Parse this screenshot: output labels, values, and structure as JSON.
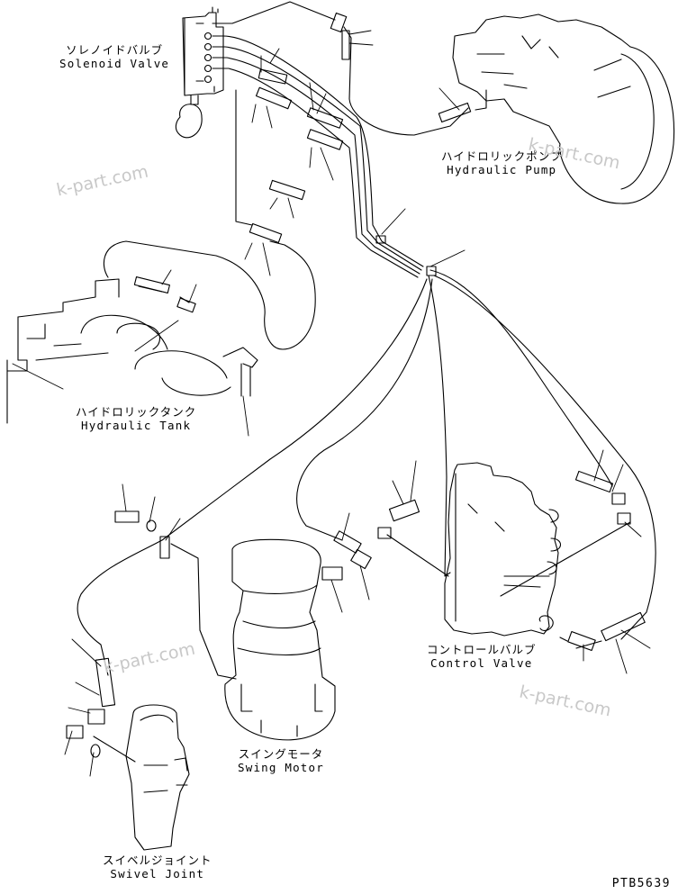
{
  "components": {
    "solenoid_valve": {
      "jp": "ソレノイドバルブ",
      "en": "Solenoid Valve"
    },
    "hydraulic_pump": {
      "jp": "ハイドロリックポンプ",
      "en": "Hydraulic Pump"
    },
    "hydraulic_tank": {
      "jp": "ハイドロリックタンク",
      "en": "Hydraulic Tank"
    },
    "control_valve": {
      "jp": "コントロールバルブ",
      "en": "Control Valve"
    },
    "swing_motor": {
      "jp": "スイングモータ",
      "en": "Swing Motor"
    },
    "swivel_joint": {
      "jp": "スイベルジョイント",
      "en": "Swivel Joint"
    }
  },
  "watermarks": [
    "k-part.com",
    "k-part.com",
    "k-part.com",
    "k-part.com"
  ],
  "drawing_ref": "PTB5639",
  "colors": {
    "line": "#000000",
    "watermark": "#c8c8c8",
    "background": "#ffffff"
  }
}
